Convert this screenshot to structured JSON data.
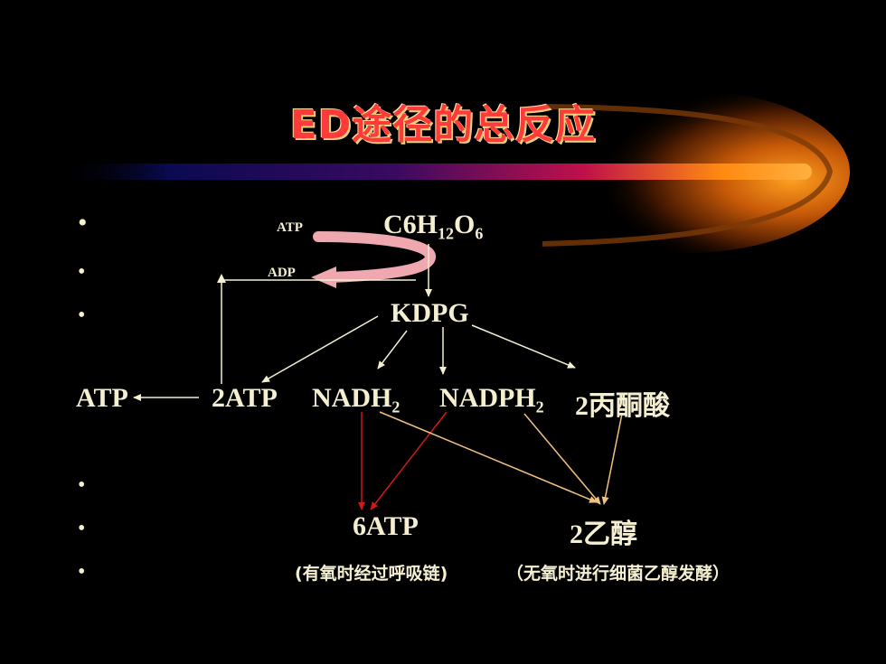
{
  "title": "ED途径的总反应",
  "bullet_glyph": "•",
  "labels": {
    "atp_small": "ATP",
    "adp_small": "ADP",
    "glucose_main": "C6H",
    "glucose_sub1": "12",
    "glucose_o": "O",
    "glucose_sub2": "6",
    "kdpg": "KDPG",
    "atp_left": "ATP",
    "atp_2": "2ATP",
    "nadh_main": "NADH",
    "nadh_sub": "2",
    "nadph_main": "NADPH",
    "nadph_sub": "2",
    "pyruvate": "2丙酮酸",
    "atp_6": "6ATP",
    "ethanol": "2乙醇",
    "note_aerobic": "(有氧时经过呼吸链)",
    "note_anaerobic": "（无氧时进行细菌乙醇发酵）"
  },
  "colors": {
    "text": "#f4efd0",
    "title": "#ff3a3a",
    "arrow_white": "#f4efd0",
    "arrow_red": "#d01818",
    "arrow_tan": "#f0c080",
    "curved_arrow": "#f0a8b0"
  }
}
